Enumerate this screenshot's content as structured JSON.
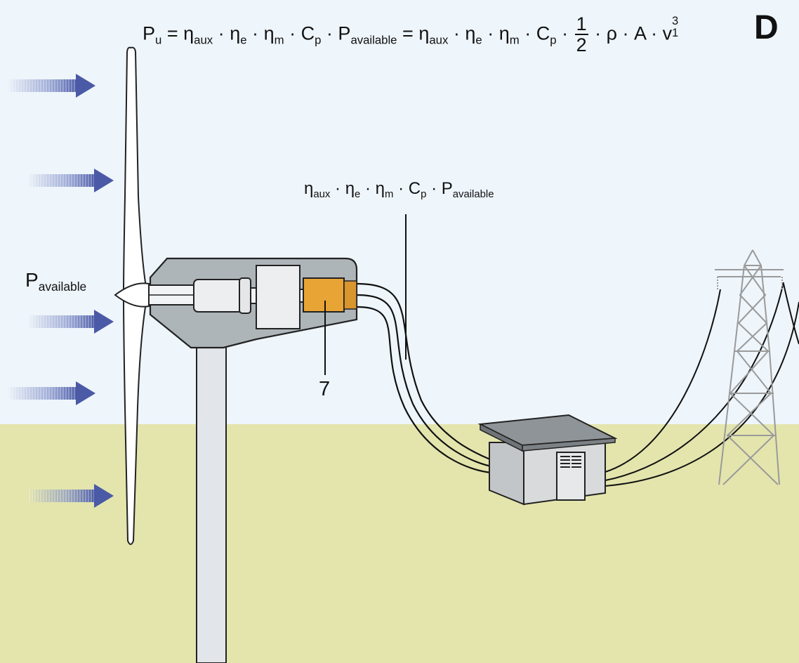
{
  "panel_letter": "D",
  "equation_main": {
    "lhs_symbol": "P",
    "lhs_sub": "u",
    "eq_sign": "=",
    "eta": "η",
    "aux": "aux",
    "e": "e",
    "m": "m",
    "C": "C",
    "p": "p",
    "P": "P",
    "available": "available",
    "dot": "·",
    "frac_num": "1",
    "frac_den": "2",
    "rho": "ρ",
    "A": "A",
    "v": "v",
    "v_sub": "1",
    "v_sup": "3"
  },
  "equation_cable": {
    "eta": "η",
    "aux": "aux",
    "e": "e",
    "m": "m",
    "C": "C",
    "p": "p",
    "P": "P",
    "available": "available",
    "dot": "·"
  },
  "label_available": {
    "P": "P",
    "sub": "available"
  },
  "component_number": "7",
  "colors": {
    "sky": "#eef5fb",
    "ground": "#e3e5ad",
    "nacelle": "#aeb5b9",
    "generator_orange": "#e9a436",
    "wind_arrow": "#5566aa",
    "tower": "#e2e6ea"
  }
}
